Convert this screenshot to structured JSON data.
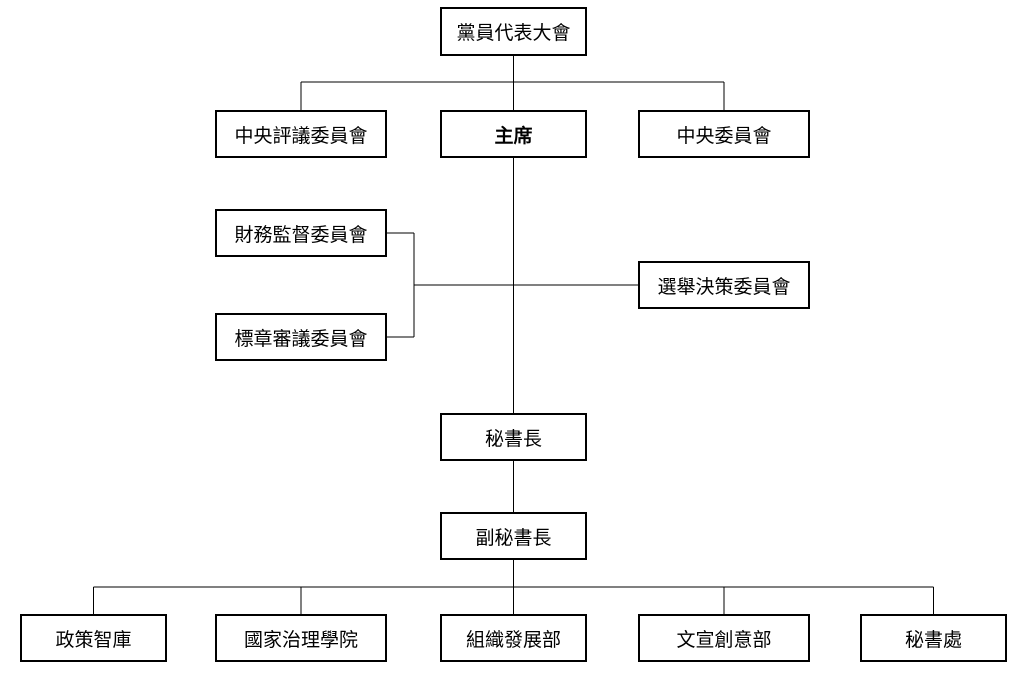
{
  "nodes": {
    "congress": "黨員代表大會",
    "central_review_committee": "中央評議委員會",
    "chairman": "主席",
    "central_committee": "中央委員會",
    "finance_supervision_committee": "財務監督委員會",
    "election_decision_committee": "選舉決策委員會",
    "emblem_review_committee": "標章審議委員會",
    "secretary_general": "秘書長",
    "deputy_secretary_general": "副秘書長",
    "policy_think_tank": "政策智庫",
    "governance_academy": "國家治理學院",
    "organization_development_dept": "組織發展部",
    "culture_creative_dept": "文宣創意部",
    "secretariat": "秘書處"
  },
  "connections": [
    [
      "congress",
      "central_review_committee"
    ],
    [
      "congress",
      "chairman"
    ],
    [
      "congress",
      "central_committee"
    ],
    [
      "chairman",
      "secretary_general"
    ],
    [
      "chairman",
      "election_decision_committee"
    ],
    [
      "chairman",
      "finance_supervision_committee"
    ],
    [
      "chairman",
      "emblem_review_committee"
    ],
    [
      "secretary_general",
      "deputy_secretary_general"
    ],
    [
      "deputy_secretary_general",
      "policy_think_tank"
    ],
    [
      "deputy_secretary_general",
      "governance_academy"
    ],
    [
      "deputy_secretary_general",
      "organization_development_dept"
    ],
    [
      "deputy_secretary_general",
      "culture_creative_dept"
    ],
    [
      "deputy_secretary_general",
      "secretariat"
    ]
  ]
}
